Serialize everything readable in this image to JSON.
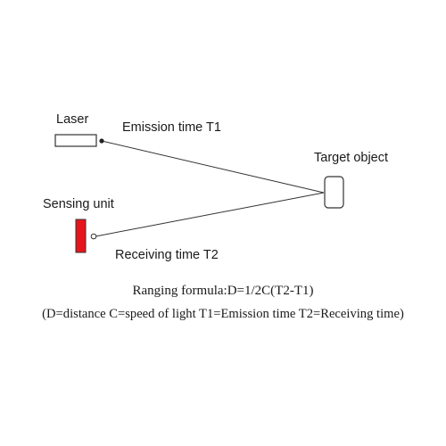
{
  "labels": {
    "laser": "Laser",
    "emission_time": "Emission time T1",
    "target_object": "Target object",
    "sensing_unit": "Sensing unit",
    "receiving_time": "Receiving time T2"
  },
  "caption": {
    "formula": "Ranging formula:D=1/2C(T2-T1)",
    "legend": "(D=distance  C=speed of light T1=Emission time T2=Receiving time)"
  },
  "colors": {
    "sensing_unit_fill": "#e8141c",
    "line": "#333333",
    "outline": "#333333"
  }
}
